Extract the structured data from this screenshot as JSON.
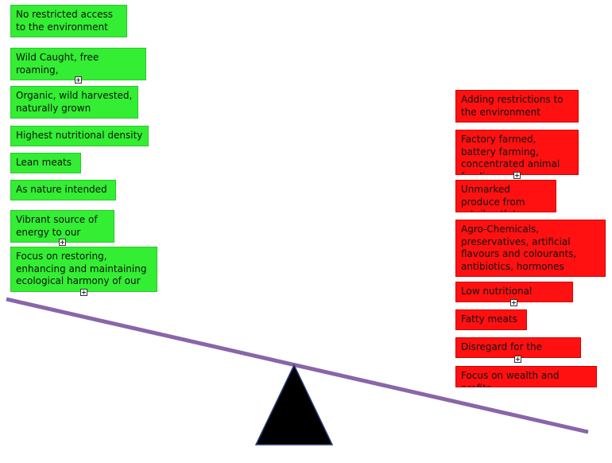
{
  "left_items": [
    {
      "text": "No restricted access to the environment",
      "truncated": false
    },
    {
      "text": "Wild Caught, free roaming,",
      "truncated": true
    },
    {
      "text": "Organic, wild harvested, naturally grown",
      "truncated": false
    },
    {
      "text": "Highest nutritional density",
      "truncated": false
    },
    {
      "text": "Lean meats",
      "truncated": false
    },
    {
      "text": "As nature intended",
      "truncated": false
    },
    {
      "text": "Vibrant source of energy to our",
      "truncated": true
    },
    {
      "text": "Focus on restoring, enhancing and maintaining ecological harmony of our",
      "truncated": true
    }
  ],
  "right_items": [
    {
      "text": "Adding restrictions to the environment",
      "truncated": false
    },
    {
      "text": "Factory farmed, battery farming, concentrated animal feeding, grain-",
      "truncated": true
    },
    {
      "text": "Unmarked produce from retail outlets",
      "truncated": false
    },
    {
      "text": "Agro-Chemicals, preservatives, artificial flavours and colourants, antibiotics, hormones",
      "truncated": false
    },
    {
      "text": "Low nutritional",
      "truncated": true
    },
    {
      "text": "Fatty meats",
      "truncated": false
    },
    {
      "text": "Disregard for the",
      "truncated": true
    },
    {
      "text": "Focus on wealth and profits",
      "truncated": false
    }
  ],
  "colors": {
    "positive_box": "#33ee33",
    "negative_box": "#ff1111",
    "beam": "#8a65a8",
    "fulcrum": "#000000",
    "fulcrum_outline": "#2a3f7a"
  },
  "icons": {
    "expand": "plus-box-icon",
    "fulcrum": "triangle-fulcrum"
  }
}
